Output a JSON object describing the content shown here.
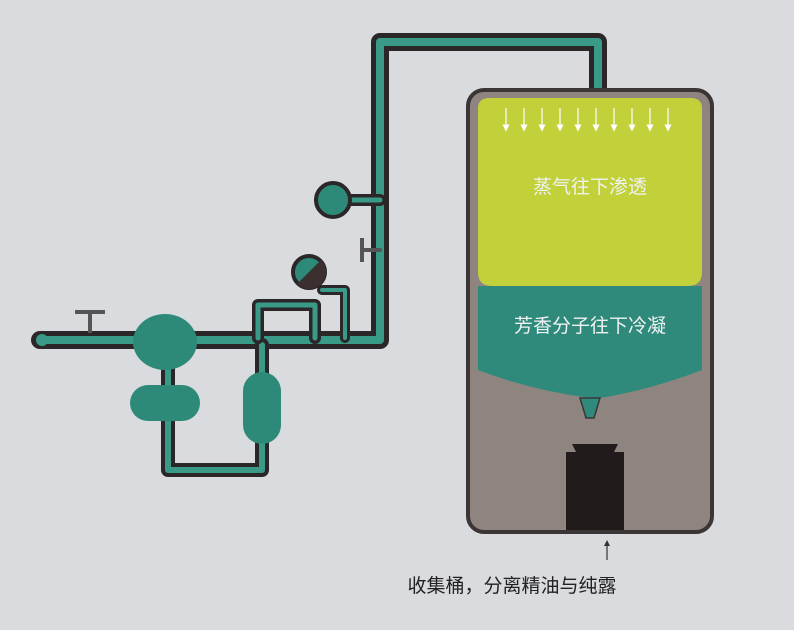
{
  "labels": {
    "steam_zone": "蒸气往下渗透",
    "condense_zone": "芳香分子往下冷凝",
    "collector_caption": "收集桶，分离精油与纯露"
  },
  "colors": {
    "background": "#d9dbde",
    "pipe_outer": "#2b2729",
    "pipe_inner": "#3a9a88",
    "component_teal": "#2e8a78",
    "steam_green": "#c2d13a",
    "condense_teal": "#2f8a7c",
    "vessel_gray": "#8e8580",
    "vessel_border": "#3b3536",
    "bucket": "#221b1c",
    "label_text_light": "#eef2f1",
    "caption_text": "#222222"
  }
}
